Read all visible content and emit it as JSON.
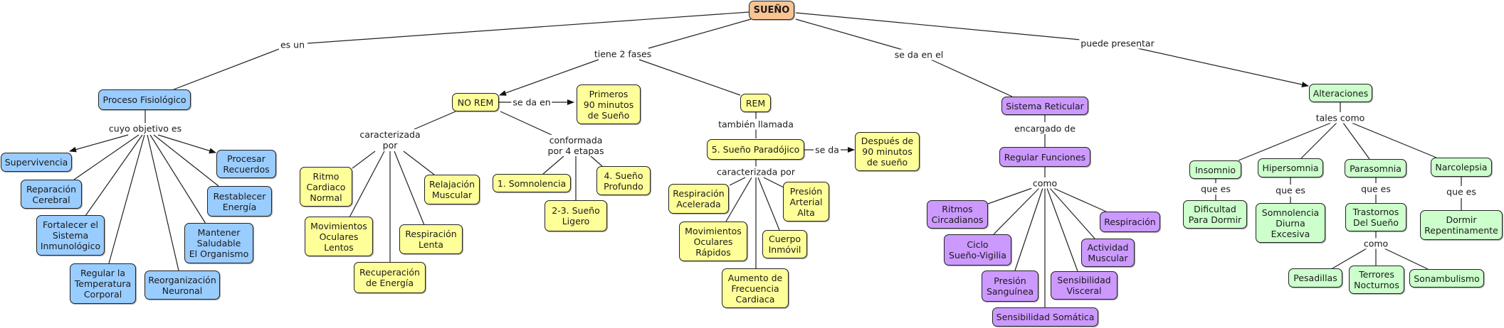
{
  "map": {
    "root": "SUEÑO",
    "links": {
      "es_un": "es un",
      "tiene_2_fases": "tiene 2 fases",
      "se_da_en_el": "se da en el",
      "puede_presentar": "puede presentar",
      "cuyo_objetivo_es": "cuyo objetivo es",
      "se_da_en": "se da en",
      "caracterizada_por_norem": "caracterizada\npor",
      "conformada": "conformada\npor 4 etapas",
      "tambien_llamada": "también llamada",
      "se_da": "se da",
      "caracterizada_por_rem": "caracterizada por",
      "encargado_de": "encargado de",
      "como_reg": "como",
      "tales_como": "tales como",
      "que_es_ins": "que es",
      "que_es_hip": "que es",
      "que_es_par": "que es",
      "que_es_nar": "que es",
      "como_tras": "como"
    },
    "nodes": {
      "proceso": "Proceso Fisiológico",
      "supervivencia": "Supervivencia",
      "reparacion": "Reparación\nCerebral",
      "fortalecer": "Fortalecer el\nSistema\nInmunológico",
      "regular_temp": "Regular la\nTemperatura\nCorporal",
      "reorganizacion": "Reorganización\nNeuronal",
      "mantener": "Mantener\nSaludable\nEl Organismo",
      "restablecer": "Restablecer\nEnergía",
      "procesar": "Procesar\nRecuerdos",
      "norem": "NO REM",
      "primeros90": "Primeros\n90 minutos\nde Sueño",
      "ritmo_cardiaco": "Ritmo\nCardiaco\nNormal",
      "mov_lentos": "Movimientos\nOculares\nLentos",
      "recuperacion": "Recuperación\nde Energía",
      "resp_lenta": "Respiración\nLenta",
      "relajacion": "Relajación\nMuscular",
      "somnolencia1": "1. Somnolencia",
      "ligero": "2-3. Sueño\nLigero",
      "profundo": "4. Sueño\nProfundo",
      "rem": "REM",
      "paradojico": "5. Sueño Paradójico",
      "despues90": "Después de\n90 minutos\nde sueño",
      "resp_acelerada": "Respiración\nAcelerada",
      "mov_rapidos": "Movimientos\nOculares\nRápidos",
      "aumento_frec": "Aumento de\nFrecuencia\nCardiaca",
      "cuerpo_inmovil": "Cuerpo\nInmóvil",
      "presion_alta": "Presión\nArterial\nAlta",
      "sistema_reticular": "Sistema Reticular",
      "regular_funciones": "Regular Funciones",
      "ritmos_circ": "Ritmos\nCircadianos",
      "ciclo": "Ciclo\nSueño-Vigilia",
      "presion_sang": "Presión\nSanguínea",
      "sens_somatica": "Sensibilidad Somática",
      "sens_visceral": "Sensibilidad\nVisceral",
      "act_muscular": "Actividad\nMuscular",
      "respiracion": "Respiración",
      "alteraciones": "Alteraciones",
      "insomnio": "Insomnio",
      "hipersomnia": "Hipersomnia",
      "parasomnia": "Parasomnia",
      "narcolepsia": "Narcolepsia",
      "dificultad": "Dificultad\nPara Dormir",
      "somnolencia_diurna": "Somnolencia\nDiurna\nExcesiva",
      "trastornos": "Trastornos\nDel Sueño",
      "dormir_rep": "Dormir\nRepentinamente",
      "pesadillas": "Pesadillas",
      "terrores": "Terrores\nNocturnos",
      "sonambulismo": "Sonambulismo"
    }
  },
  "colors": {
    "root": "#f9c392",
    "fisiologico": "#99ccff",
    "fases": "#ffff99",
    "reticular": "#cc99ff",
    "alteraciones": "#ccffcc"
  }
}
